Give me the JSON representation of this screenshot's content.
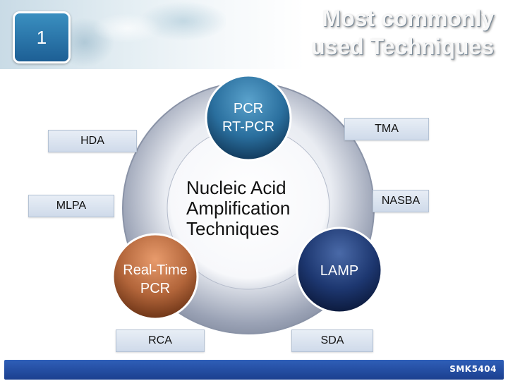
{
  "slide": {
    "number": "1",
    "title_line1": "Most commonly",
    "title_line2": "used Techniques",
    "footer_text": "SMK5404"
  },
  "diagram": {
    "center_label_lines": [
      "Nucleic Acid",
      "Amplification",
      "Techniques"
    ],
    "circles": {
      "top": [
        "PCR",
        "RT-PCR"
      ],
      "left": [
        "Real-Time",
        "PCR"
      ],
      "right": [
        "LAMP"
      ]
    },
    "boxes": {
      "hda": "HDA",
      "mlpa": "MLPA",
      "tma": "TMA",
      "nasba": "NASBA",
      "rca": "RCA",
      "sda": "SDA"
    }
  },
  "colors": {
    "badge": "#1d5f95",
    "circle_top": "#1e5a86",
    "circle_left": "#b2653a",
    "circle_right": "#1d3770",
    "footer_bar": "#1b3f8f"
  }
}
